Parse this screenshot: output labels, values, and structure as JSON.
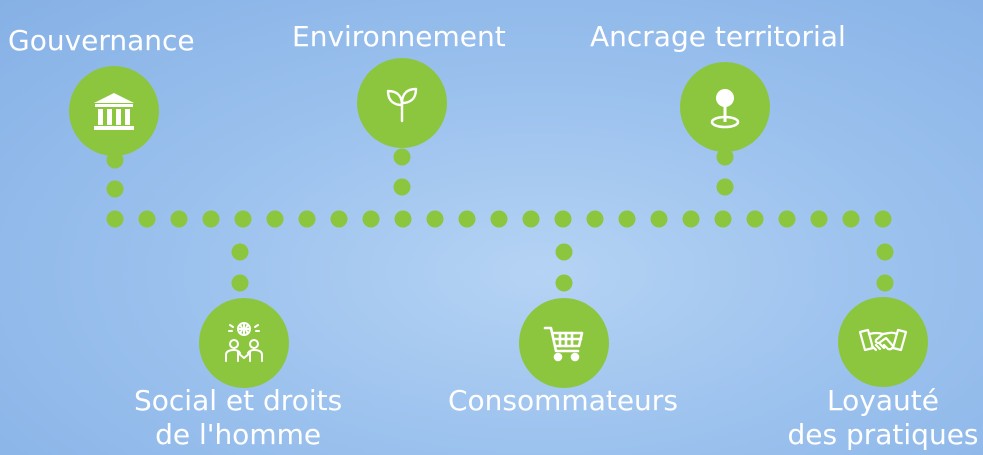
{
  "pillars": [
    {
      "id": "gouvernance",
      "lines": [
        "Gouvernance"
      ],
      "icon": "government-building-icon"
    },
    {
      "id": "environnement",
      "lines": [
        "Environnement"
      ],
      "icon": "leaf-sprout-icon"
    },
    {
      "id": "ancrage",
      "lines": [
        "Ancrage territorial"
      ],
      "icon": "map-pin-icon"
    },
    {
      "id": "social",
      "lines": [
        "Social et droits",
        "de l'homme"
      ],
      "icon": "people-globe-icon"
    },
    {
      "id": "consommateurs",
      "lines": [
        "Consommateurs"
      ],
      "icon": "shopping-cart-icon"
    },
    {
      "id": "loyaute",
      "lines": [
        "Loyauté",
        "des pratiques"
      ],
      "icon": "handshake-icon"
    }
  ],
  "colors": {
    "accent": "#8cc63f",
    "text": "#ffffff",
    "background": "#9cc2ee"
  }
}
